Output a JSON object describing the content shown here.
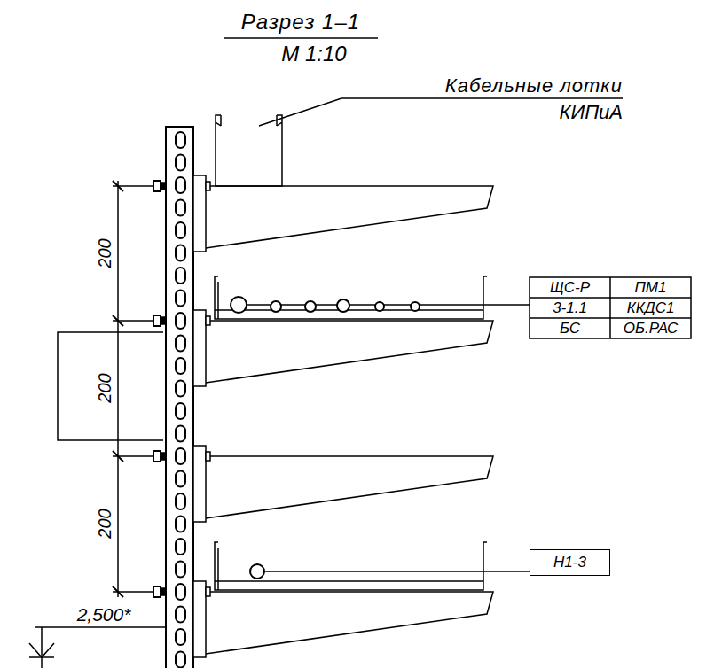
{
  "diagram": {
    "title": "Разрез 1–1",
    "nodes": [
      {
        "text": [
          "Н1-3"
        ]
      }
    ],
    "labels": [
      "М 1:10",
      "Кабельные лотки",
      "КИПиА",
      "200",
      "200",
      "200",
      "ЩС-Р",
      "ПМ1",
      "3-1.1",
      "ККДС1",
      "БС",
      "ОБ.РАС",
      "2,500*"
    ]
  }
}
